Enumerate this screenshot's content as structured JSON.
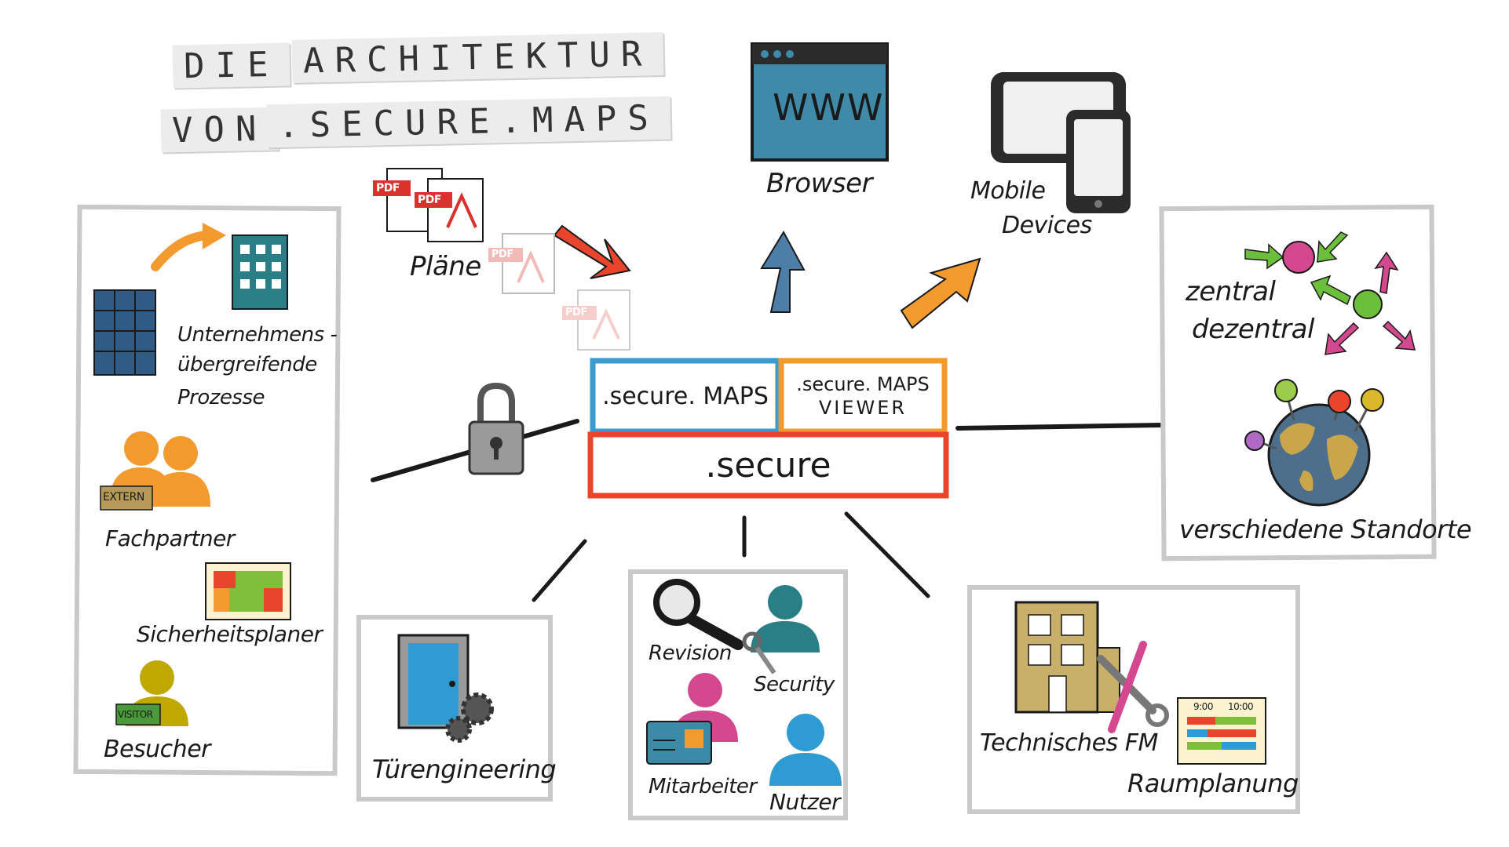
{
  "title": {
    "line1": [
      "DIE",
      "ARCHITEKTUR"
    ],
    "line2": [
      "VON",
      ".SECURE.MAPS"
    ]
  },
  "center": {
    "maps_label": ".secure. MAPS",
    "viewer_line1": ".secure. MAPS",
    "viewer_line2": "VIEWER",
    "secure_label": ".secure"
  },
  "top": {
    "plaene_label": "Pläne",
    "pdf_badge": "PDF",
    "browser_label": "Browser",
    "www_text": "WWW",
    "mobile_line1": "Mobile",
    "mobile_line2": "Devices"
  },
  "left_panel": {
    "prozesse_line1": "Unternehmens -",
    "prozesse_line2": "übergreifende",
    "prozesse_line3": "Prozesse",
    "extern_badge": "EXTERN",
    "fachpartner": "Fachpartner",
    "sicherheitsplaner": "Sicherheitsplaner",
    "visitor_badge": "VISITOR",
    "besucher": "Besucher"
  },
  "right_panel": {
    "zentral": "zentral",
    "dezentral": "dezentral",
    "standorte": "verschiedene Standorte"
  },
  "bottom": {
    "tuer": "Türengineering",
    "revision": "Revision",
    "security": "Security",
    "mitarbeiter": "Mitarbeiter",
    "nutzer": "Nutzer",
    "technisches_fm": "Technisches FM",
    "raumplanung": "Raumplanung",
    "time1": "9:00",
    "time2": "10:00"
  },
  "colors": {
    "blue_box": "#3a9bd0",
    "orange_box": "#f29a2e",
    "red_box": "#e8452c",
    "orange": "#f29a2e",
    "teal": "#2a7f86",
    "navy": "#2f5b84",
    "olive": "#bfa800",
    "magenta": "#d4488f",
    "panel_border": "#c9c9c9"
  }
}
